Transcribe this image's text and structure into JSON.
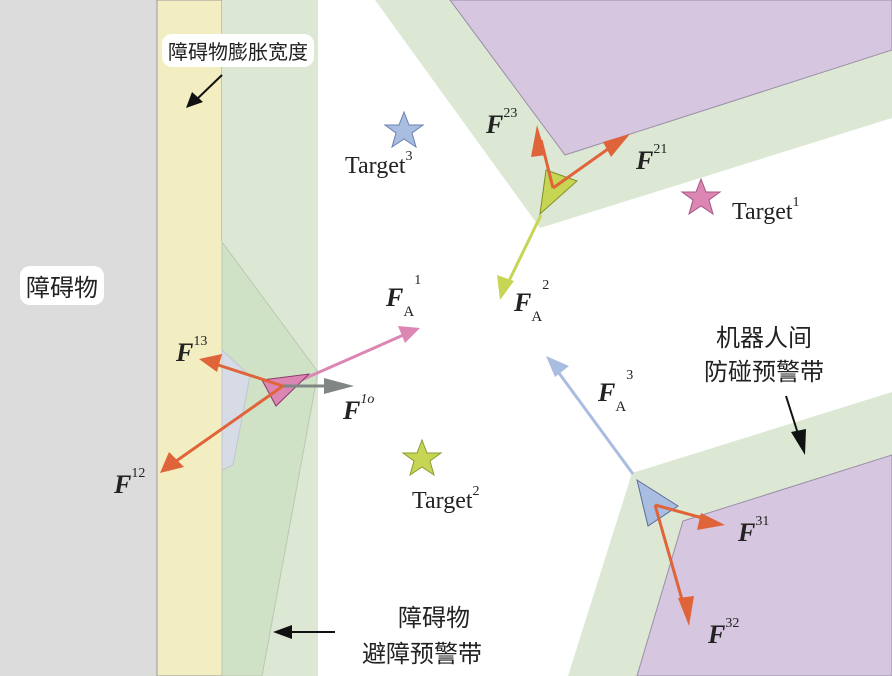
{
  "labels": {
    "expansion_width": "障碍物膨胀宽度",
    "obstacle": "障碍物",
    "robot_zone_line1": "机器人间",
    "robot_zone_line2": "防碰预警带",
    "obstacle_zone_line1": "障碍物",
    "obstacle_zone_line2": "避障预警带"
  },
  "targets": [
    {
      "name": "Target",
      "sup": "1"
    },
    {
      "name": "Target",
      "sup": "2"
    },
    {
      "name": "Target",
      "sup": "3"
    }
  ],
  "forces": {
    "FA1": {
      "main": "F",
      "sub": "A",
      "sup": "1"
    },
    "FA2": {
      "main": "F",
      "sub": "A",
      "sup": "2"
    },
    "FA3": {
      "main": "F",
      "sub": "A",
      "sup": "3"
    },
    "F1o": {
      "main": "F",
      "sup": "1o"
    },
    "F12": {
      "main": "F",
      "sup": "12"
    },
    "F13": {
      "main": "F",
      "sup": "13"
    },
    "F21": {
      "main": "F",
      "sup": "21"
    },
    "F23": {
      "main": "F",
      "sup": "23"
    },
    "F31": {
      "main": "F",
      "sup": "31"
    },
    "F32": {
      "main": "F",
      "sup": "32"
    }
  },
  "colors": {
    "obstacle": "#dcdcdc",
    "expansion": "#f2eec2",
    "warning_band": "#dce8d4",
    "robot_obstacle": "#d6c6df",
    "repulsive": "#e0643a",
    "robot1": "#dc86b4",
    "robot2": "#c6d654",
    "robot3": "#a9bde0",
    "obstacle_force": "#808683"
  }
}
